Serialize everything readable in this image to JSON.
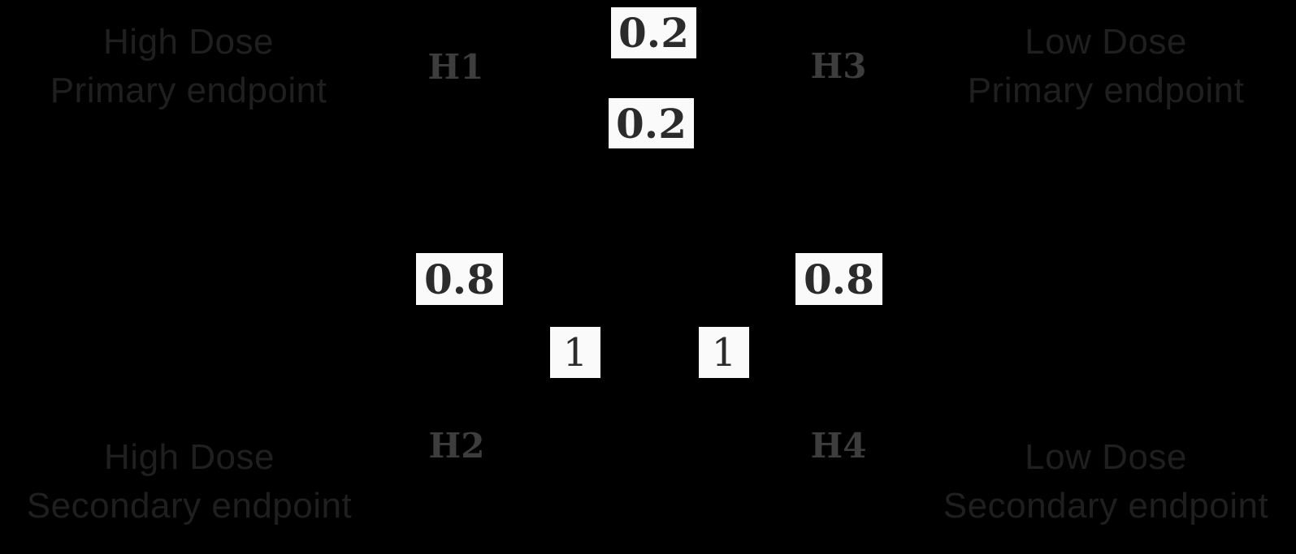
{
  "figure": {
    "type": "multiple-testing-procedure-graph",
    "nodes": {
      "h1": "H1",
      "h2": "H2",
      "h3": "H3",
      "h4": "H4"
    },
    "corners": {
      "top_left": [
        "High Dose",
        "Primary endpoint"
      ],
      "top_right": [
        "Low Dose",
        "Primary endpoint"
      ],
      "bottom_left": [
        "High Dose",
        "Secondary endpoint"
      ],
      "bottom_right": [
        "Low Dose",
        "Secondary endpoint"
      ]
    },
    "weights": {
      "h1_to_h3": "0.2",
      "h3_to_h1": "0.2",
      "h1_to_h2": "0.8",
      "h3_to_h4": "0.8",
      "h2_out": "1",
      "h4_out": "1"
    },
    "colors": {
      "bg": "#000000",
      "corner_text": "#1f1f1f",
      "node_text": "#3d3d3d",
      "weight_text": "#2b2b2b",
      "box_bg": "#fafafa"
    }
  }
}
